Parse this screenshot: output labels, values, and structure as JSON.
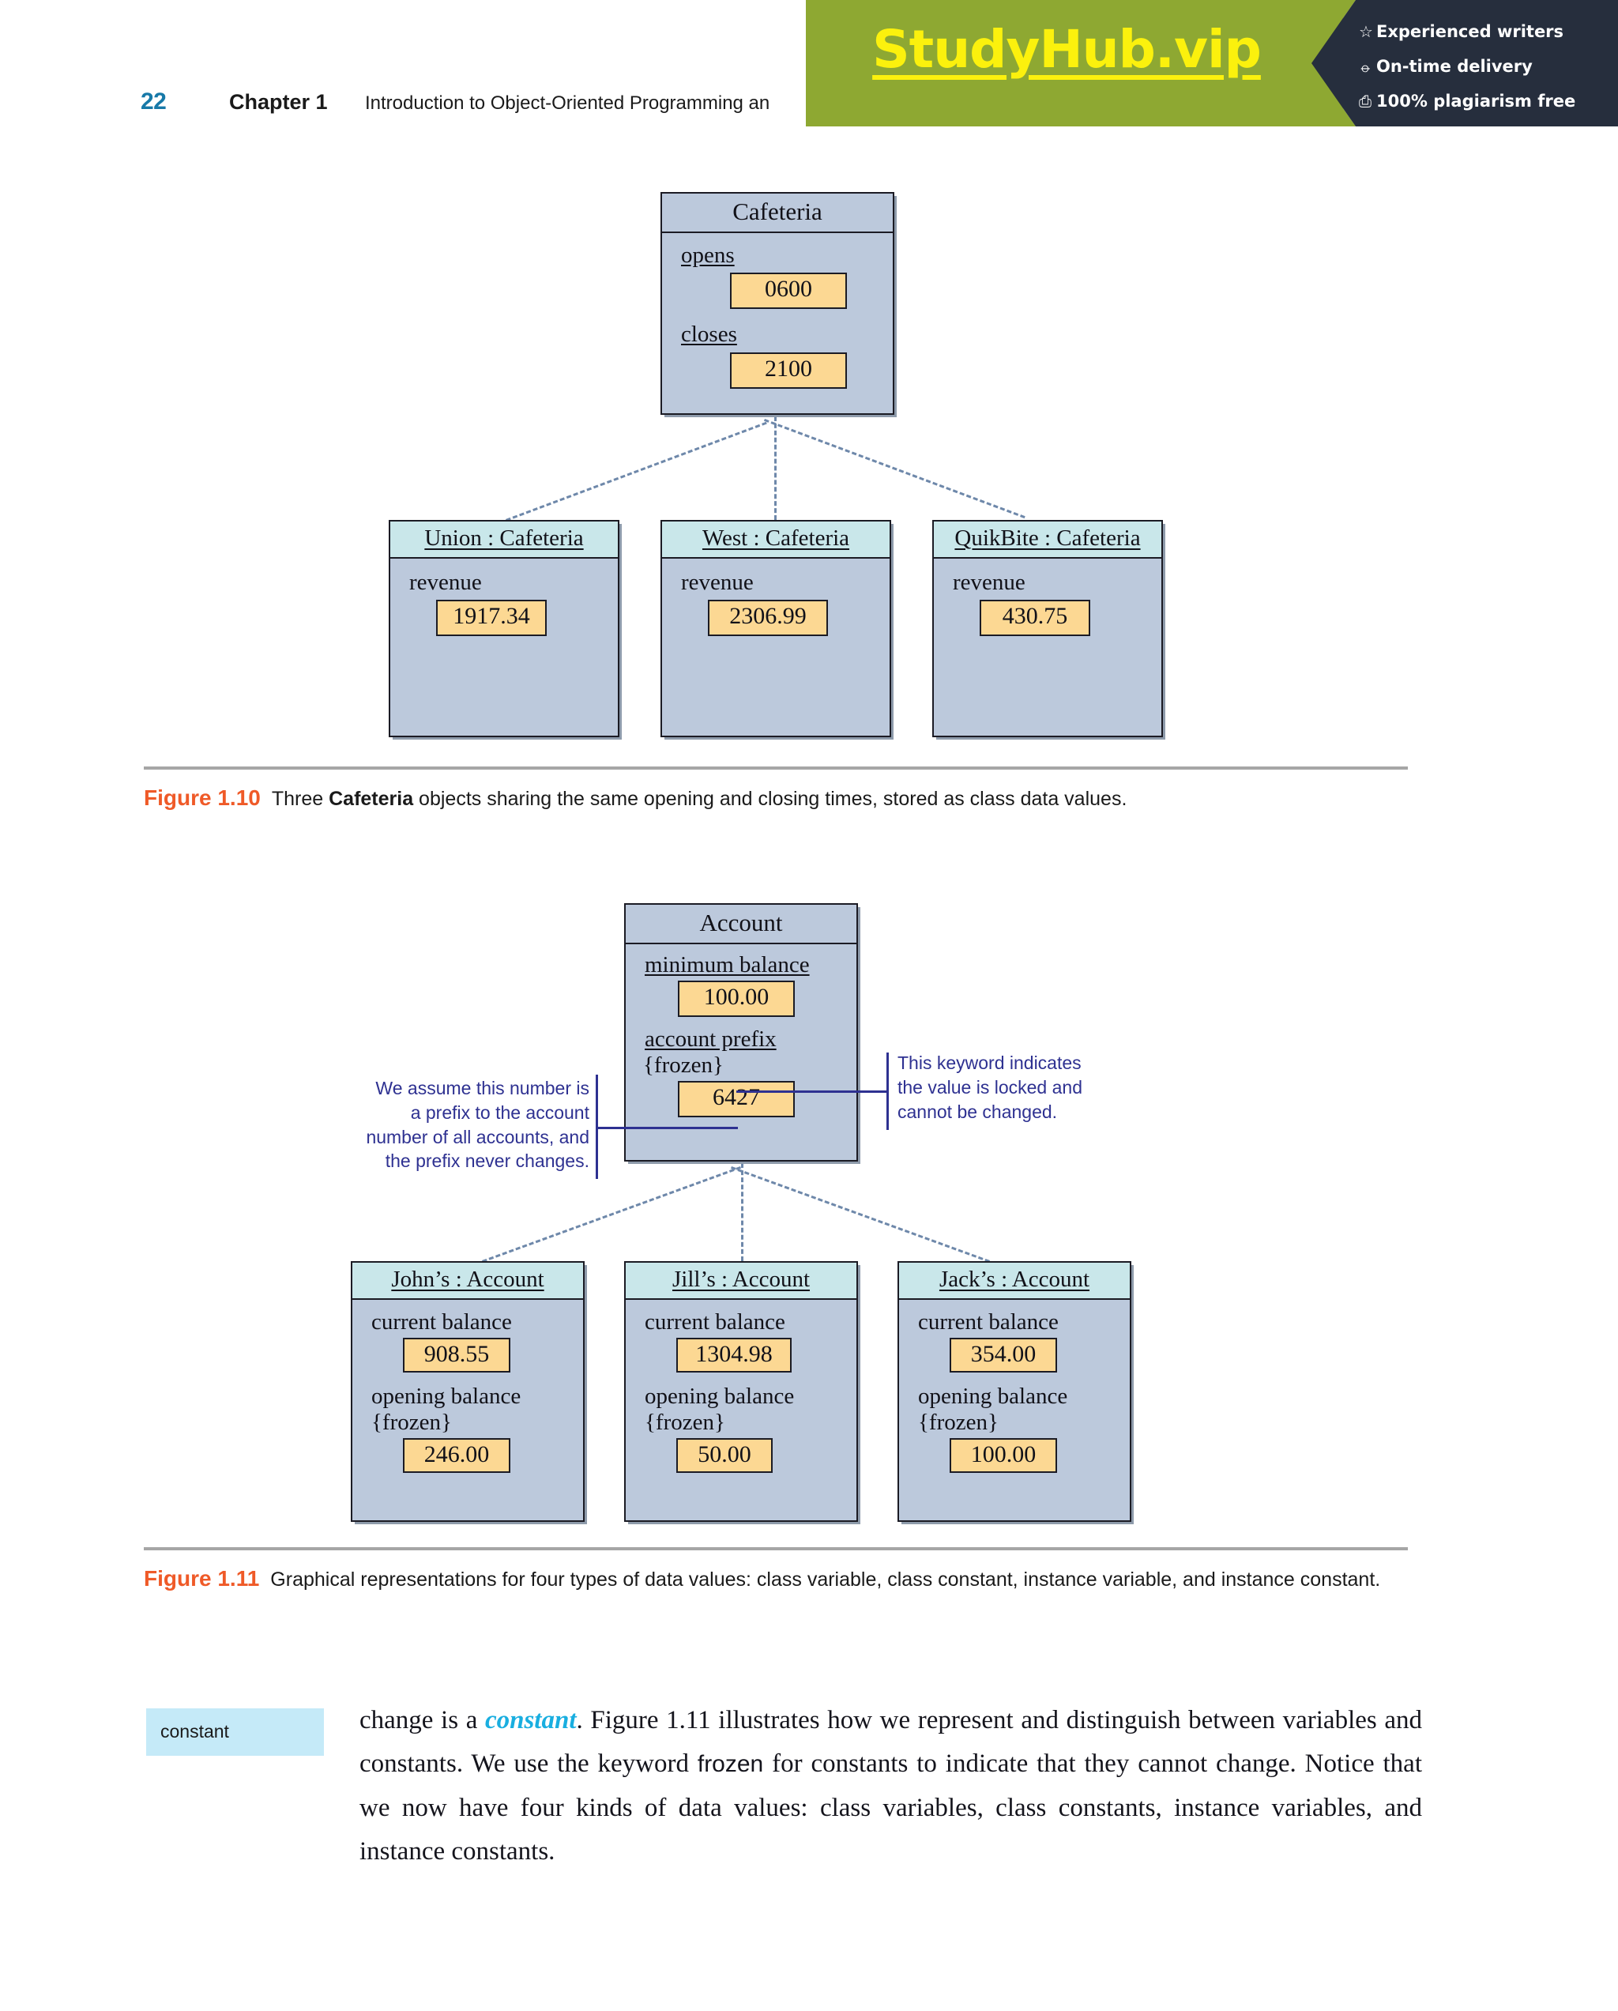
{
  "header": {
    "page_number": "22",
    "chapter": "Chapter 1",
    "title": "Introduction to Object-Oriented Programming an"
  },
  "watermark": {
    "logo": "StudyHub.vip",
    "bullets": [
      {
        "icon": "star-icon",
        "glyph": "☆",
        "label": "Experienced writers"
      },
      {
        "icon": "clock-icon",
        "glyph": "⦵",
        "label": "On-time delivery"
      },
      {
        "icon": "document-icon",
        "glyph": "⎙",
        "label": "100% plagiarism free"
      }
    ],
    "green": "#8ea832",
    "dark": "#262e3d",
    "yellow": "#fbf10d"
  },
  "figure_1_10": {
    "class_box": {
      "title": "Cafeteria",
      "attributes": [
        {
          "name": "opens",
          "underlined": true,
          "value": "0600"
        },
        {
          "name": "closes",
          "underlined": true,
          "value": "2100"
        }
      ]
    },
    "instances": [
      {
        "title": "Union : Cafeteria",
        "attribute": "revenue",
        "value": "1917.34"
      },
      {
        "title": "West : Cafeteria",
        "attribute": "revenue",
        "value": "2306.99"
      },
      {
        "title": "QuikBite : Cafeteria",
        "attribute": "revenue",
        "value": "430.75"
      }
    ],
    "caption_number": "Figure 1.10",
    "caption_pre": "Three ",
    "caption_bold": "Cafeteria",
    "caption_post": " objects sharing the same opening and closing times, stored as class data values."
  },
  "figure_1_11": {
    "class_box": {
      "title": "Account",
      "attributes": [
        {
          "name": "minimum balance",
          "underlined": true,
          "modifier": "",
          "value": "100.00"
        },
        {
          "name": "account prefix",
          "underlined": true,
          "modifier": "{frozen}",
          "value": "6427"
        }
      ]
    },
    "instances": [
      {
        "title": "John’s : Account",
        "attr1": "current balance",
        "value1": "908.55",
        "attr2": "opening balance",
        "modifier2": "{frozen}",
        "value2": "246.00"
      },
      {
        "title": "Jill’s : Account",
        "attr1": "current balance",
        "value1": "1304.98",
        "attr2": "opening balance",
        "modifier2": "{frozen}",
        "value2": "50.00"
      },
      {
        "title": "Jack’s : Account",
        "attr1": "current balance",
        "value1": "354.00",
        "attr2": "opening balance",
        "modifier2": "{frozen}",
        "value2": "100.00"
      }
    ],
    "annotation_left": "We assume this number is a prefix to the account number of all accounts, and the prefix never changes.",
    "annotation_left_lines": [
      "We assume this number is",
      "a prefix to the account",
      "number of all accounts, and",
      "the prefix never changes."
    ],
    "annotation_right": "This keyword indicates the value is locked and cannot be changed.",
    "annotation_right_lines": [
      "This keyword indicates",
      "the value is locked and",
      "cannot be changed."
    ],
    "caption_number": "Figure 1.11",
    "caption_text": "Graphical representations for four types of data values: class variable, class constant, instance variable, and instance constant."
  },
  "body": {
    "margin_note": "constant",
    "text_part1": "change is a ",
    "text_keyword1": "constant",
    "text_part2": ". Figure 1.11 illustrates how we represent and distinguish between variables and constants. We use the keyword ",
    "text_keyword2": "frozen",
    "text_part3": " for constants to indicate that they cannot change. Notice that we now have four kinds of data values: class variables, class constants, instance variables, and instance constants."
  },
  "colors": {
    "class_box_fill": "#bcc9dc",
    "instance_header_fill": "#c9e7ea",
    "value_fill": "#fcd893",
    "connector": "#6e88aa",
    "annotation": "#2e3191",
    "caption_accent": "#ef5a28",
    "page_number": "#1779a8",
    "margin_note_fill": "#c5eaf8"
  }
}
